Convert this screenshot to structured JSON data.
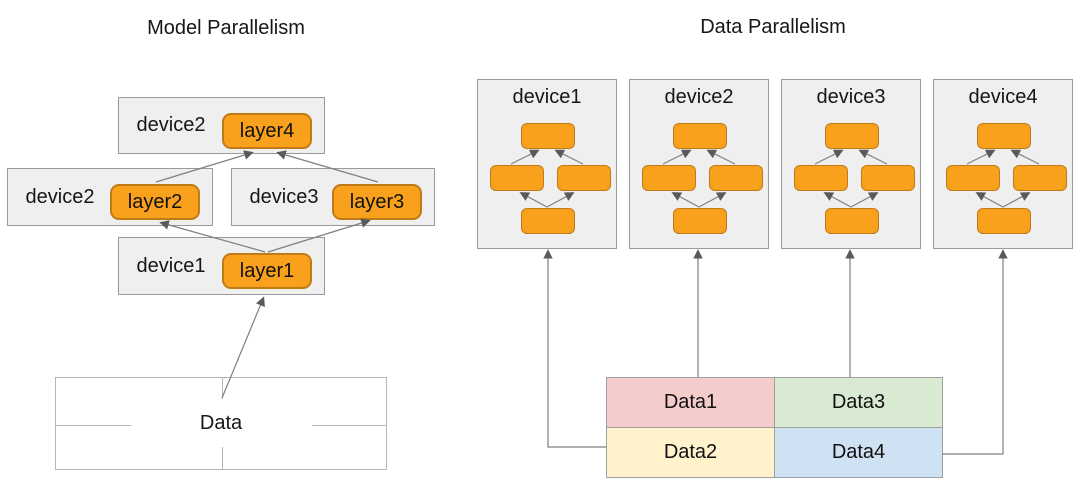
{
  "left": {
    "title": "Model Parallelism",
    "nodes": {
      "top": {
        "device": "device2",
        "layer": "layer4"
      },
      "mid_left": {
        "device": "device2",
        "layer": "layer2"
      },
      "mid_right": {
        "device": "device3",
        "layer": "layer3"
      },
      "bottom": {
        "device": "device1",
        "layer": "layer1"
      }
    },
    "data_label": "Data"
  },
  "right": {
    "title": "Data Parallelism",
    "devices": [
      "device1",
      "device2",
      "device3",
      "device4"
    ],
    "cells": [
      {
        "label": "Data1",
        "color": "#f4cccc"
      },
      {
        "label": "Data3",
        "color": "#d9ead3"
      },
      {
        "label": "Data2",
        "color": "#fff2cc"
      },
      {
        "label": "Data4",
        "color": "#cfe2f3"
      }
    ]
  },
  "colors": {
    "layer_fill": "#f9a11d",
    "layer_border": "#bf7b16",
    "device_fill": "#efefef",
    "device_border": "#9a9a9a",
    "arrow_line": "#7f7f7f",
    "arrow_head": "#5a5a5a"
  }
}
